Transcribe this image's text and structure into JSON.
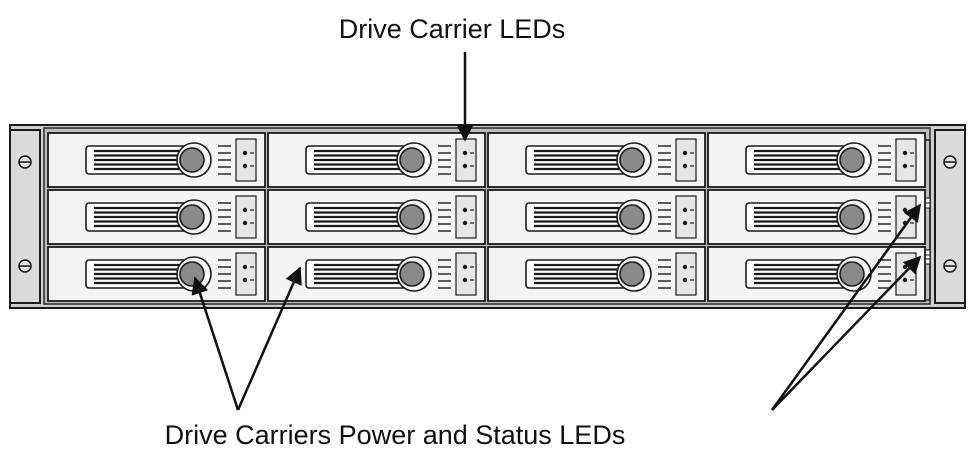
{
  "labels": {
    "top": "Drive Carrier LEDs",
    "bottom": "Drive Carriers Power and Status LEDs"
  },
  "enclosure": {
    "rows": 3,
    "columns": 4,
    "chassis_color": "#cfcfcf",
    "carrier_color": "#f4f4f4",
    "outline_color": "#1a1a1a"
  }
}
